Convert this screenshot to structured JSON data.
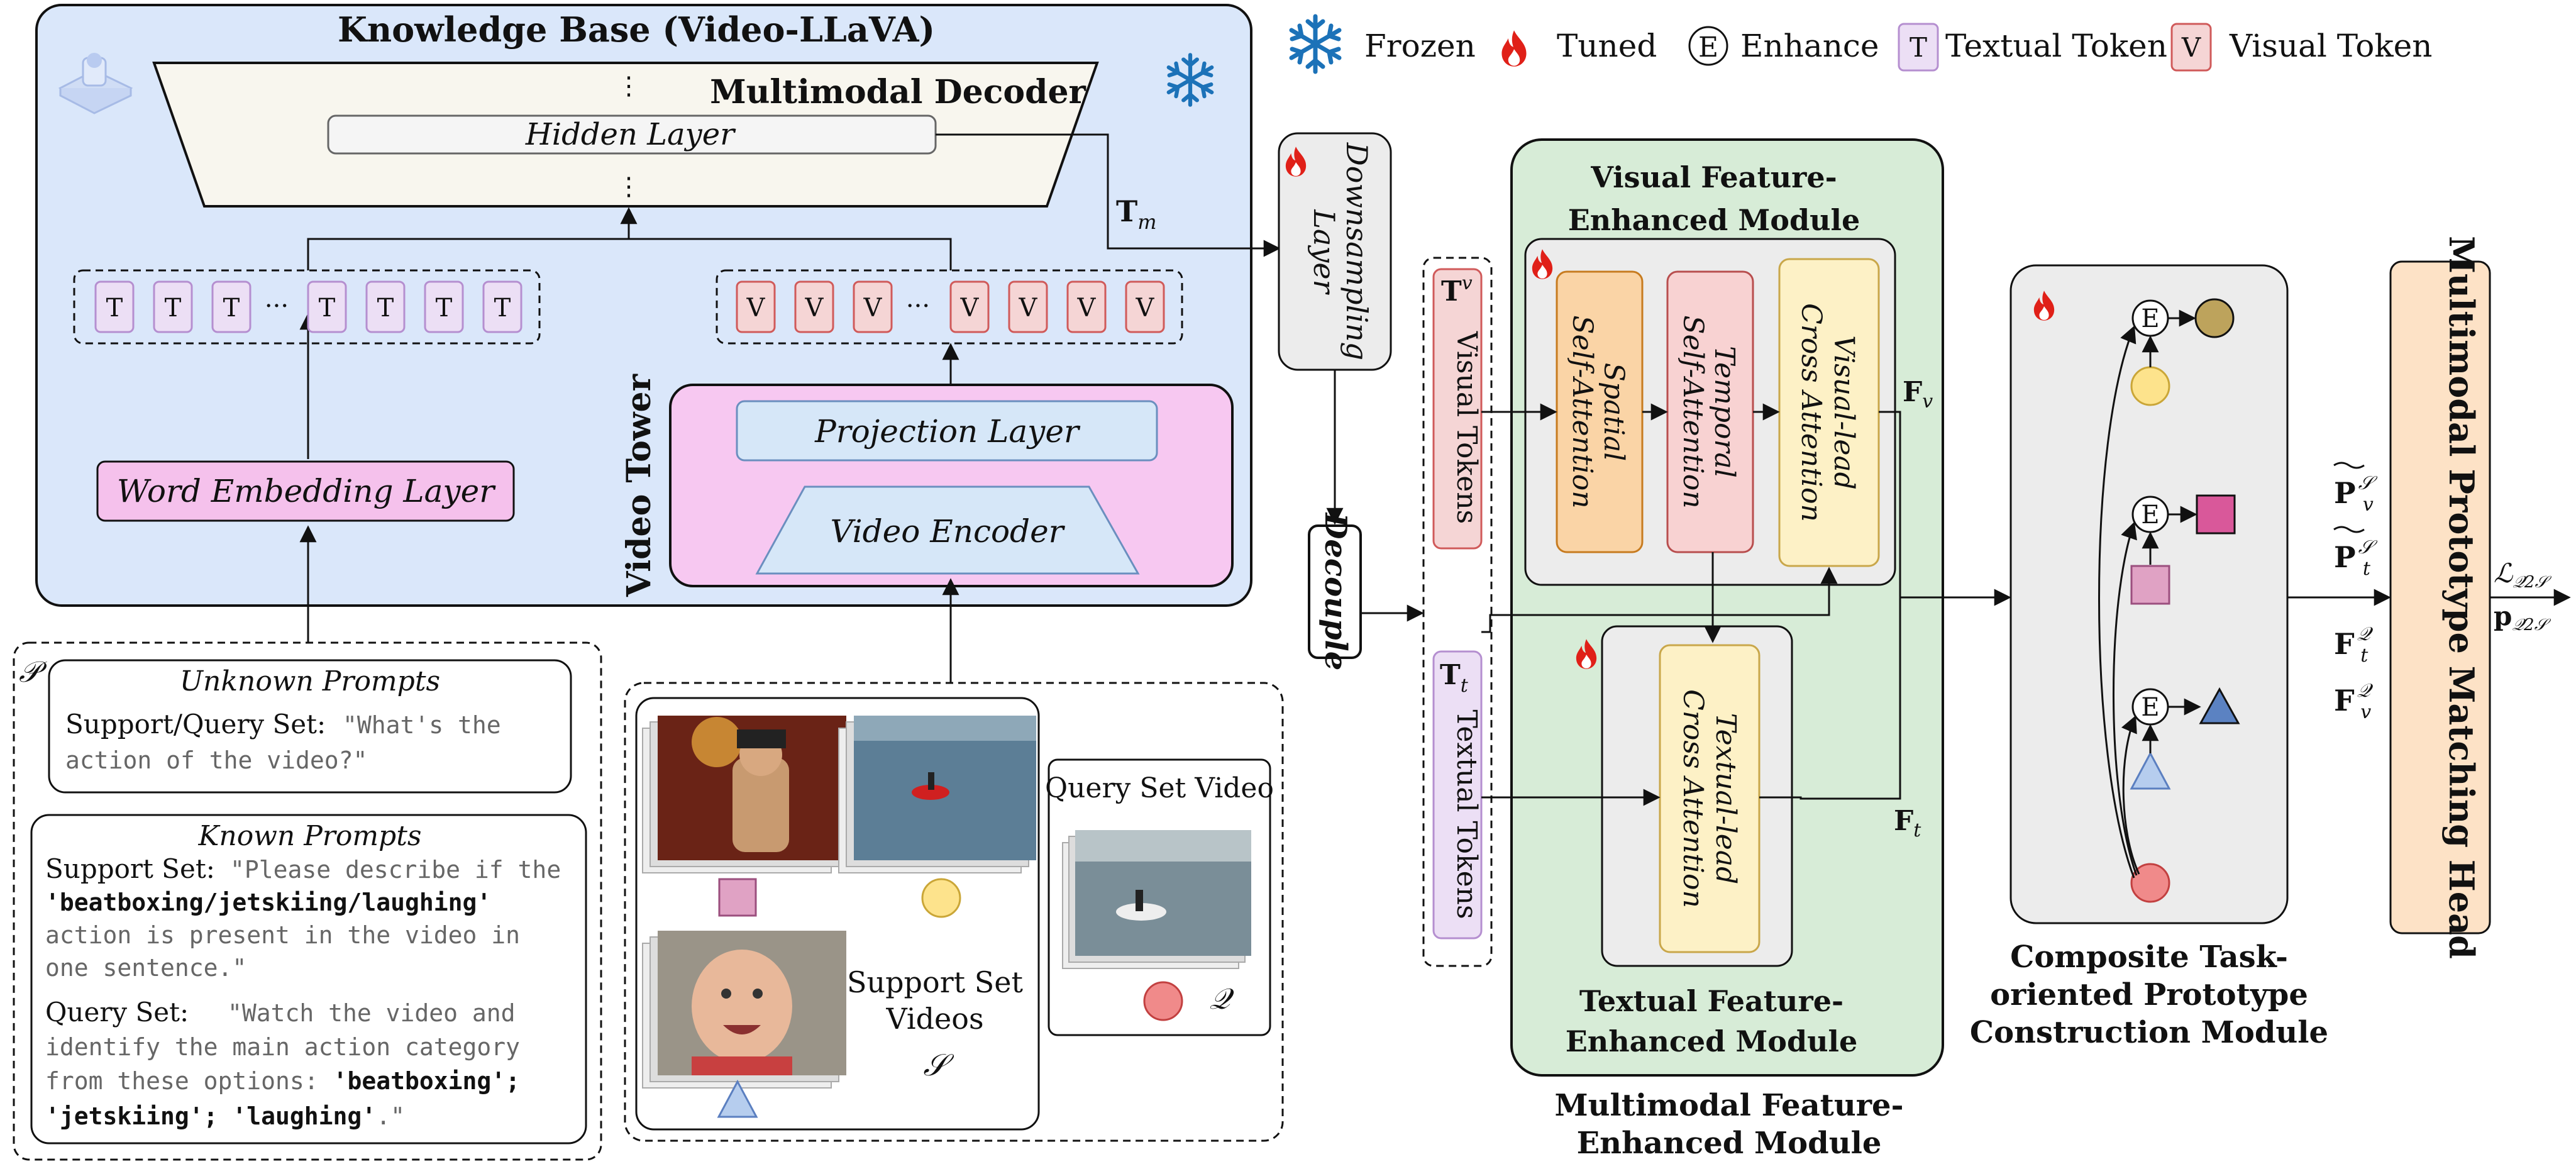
{
  "legend": {
    "frozen": "Frozen",
    "tuned": "Tuned",
    "enhance_symbol": "E",
    "enhance": "Enhance",
    "textual_token_symbol": "T",
    "textual_token": "Textual Token",
    "visual_token_symbol": "V",
    "visual_token": "Visual Token"
  },
  "knowledge_base": {
    "title": "Knowledge Base (Video-LLaVA)",
    "decoder_title": "Multimodal Decoder",
    "hidden_layer": "Hidden Layer",
    "dots": "⋮",
    "word_embedding": "Word Embedding Layer",
    "video_tower": "Video Tower",
    "projection_layer": "Projection Layer",
    "video_encoder": "Video Encoder",
    "text_token": "T",
    "visual_token": "V",
    "ellipsis": "···",
    "tm": "T",
    "tm_sub": "m"
  },
  "prompts": {
    "symbol": "𝒫",
    "unknown_title": "Unknown Prompts",
    "unknown_label": "Support/Query Set:",
    "unknown_text_1": "\"What's  the",
    "unknown_text_2": "action of the video?\"",
    "known_title": "Known Prompts",
    "support_label": "Support Set:",
    "support_line1": "\"Please describe if the",
    "support_line2": "'beatboxing/jetskiing/laughing'",
    "support_line3": "action is present in the video in",
    "support_line4": "one sentence.\"",
    "query_label": "Query Set:",
    "query_line1": "\"Watch  the  video  and",
    "query_line2": "identify the main action category",
    "query_line3a": "from these options: ",
    "query_line3b": "'beatboxing';",
    "query_line4a": "'jetskiing'; 'laughing'",
    "query_line4b": ".\""
  },
  "videos": {
    "support_label_1": "Support Set",
    "support_label_2": "Videos",
    "support_symbol": "𝒮",
    "query_title": "Query Set Video",
    "query_symbol": "𝒬"
  },
  "downsampling": {
    "line1": "Downsampling",
    "line2": "Layer"
  },
  "decouple": "Decouple",
  "tokens": {
    "visual_symbol": "T",
    "visual_sub": "v",
    "visual_label": "Visual Tokens",
    "textual_symbol": "T",
    "textual_sub": "t",
    "textual_label": "Textual Tokens"
  },
  "mfem": {
    "visual_title_1": "Visual Feature-",
    "visual_title_2": "Enhanced Module",
    "spatial_1": "Spatial",
    "spatial_2": "Self-Attention",
    "temporal_1": "Temporal",
    "temporal_2": "Self-Attention",
    "visual_lead_1": "Visual-lead",
    "visual_lead_2": "Cross Attention",
    "fv": "F",
    "fv_sub": "v",
    "textual_lead_1": "Textual-lead",
    "textual_lead_2": "Cross Attention",
    "ft": "F",
    "ft_sub": "t",
    "textual_title_1": "Textual Feature-",
    "textual_title_2": "Enhanced Module",
    "outer_title_1": "Multimodal Feature-",
    "outer_title_2": "Enhanced Module"
  },
  "cpc": {
    "enhance": "E",
    "title_1": "Composite Task-",
    "title_2": "oriented Prototype",
    "title_3": "Construction Module"
  },
  "outputs": {
    "p_sym": "P",
    "pv_sub": "v",
    "pt_sub": "t",
    "s_sup": "𝒮",
    "q_sup": "𝒬",
    "f_sym": "F",
    "ft_sub": "t",
    "fv_sub": "v"
  },
  "matching_head": "Multimodal Prototype Matching Head",
  "loss": {
    "l_sym": "ℒ",
    "p_sym": "p",
    "sub": "𝒬2𝒮"
  },
  "colors": {
    "kb_fill": "#dae7fa",
    "decoder_fill": "#f8f6ee",
    "token_t_fill": "#ecdff5",
    "token_t_stroke": "#b58fd0",
    "token_v_fill": "#f5d5d5",
    "token_v_stroke": "#d05a5a",
    "pink_fill": "#f7c8f1",
    "word_fill": "#f5c1ec",
    "proj_fill": "#d6e7f8",
    "green_fill": "#d7ecd7",
    "spatial_fill": "#fad4a6",
    "temporal_fill": "#f8d2d2",
    "yellow_fill": "#fdf1c6",
    "head_fill": "#fde2c6",
    "flame": "#e02018",
    "snow": "#1c72b8"
  }
}
